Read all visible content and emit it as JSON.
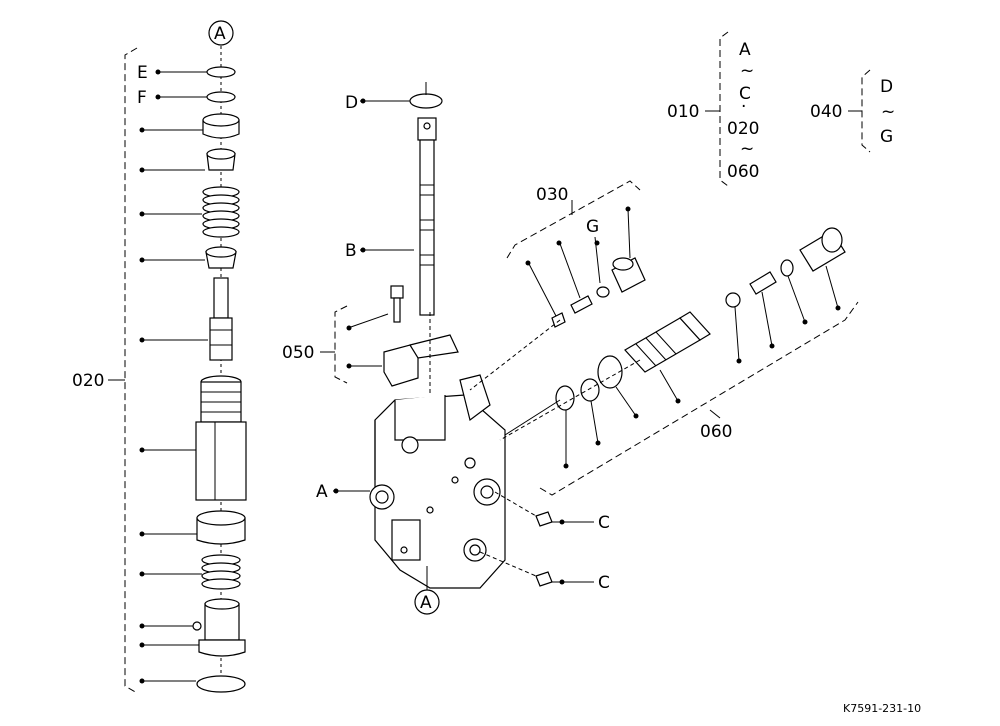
{
  "callouts": {
    "A": "A",
    "B": "B",
    "C": "C",
    "D": "D",
    "E": "E",
    "F": "F",
    "G": "G",
    "tilde": "~",
    "mid_dot": "·"
  },
  "groups": {
    "g010": "010",
    "g020": "020",
    "g030": "030",
    "g040": "040",
    "g050": "050",
    "g060": "060"
  },
  "legend": {
    "top_a": "A",
    "c": "C",
    "n020": "020",
    "n060": "060",
    "d": "D",
    "g": "G"
  },
  "ref_code": "K7591-231-10"
}
